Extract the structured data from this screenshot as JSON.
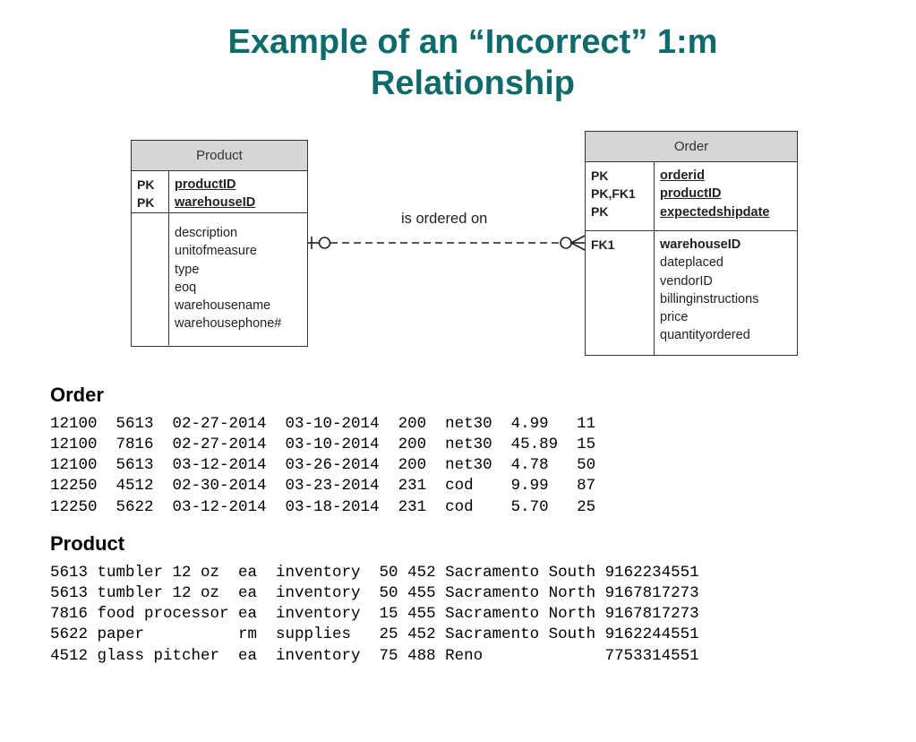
{
  "title": {
    "line1": "Example of an “Incorrect” 1:m",
    "line2": "Relationship"
  },
  "diagram": {
    "product": {
      "name": "Product",
      "key_labels": [
        "PK",
        "PK"
      ],
      "keys": [
        "productID",
        "warehouseID"
      ],
      "attributes": [
        "description",
        "unitofmeasure",
        "type",
        "eoq",
        "warehousename",
        "warehousephone#"
      ]
    },
    "order": {
      "name": "Order",
      "key_labels": [
        "PK",
        "PK,FK1",
        "PK"
      ],
      "keys": [
        "orderid",
        "productID",
        "expectedshipdate"
      ],
      "fk_labels": [
        "FK1"
      ],
      "fk_attribute": "warehouseID",
      "attributes": [
        "dateplaced",
        "vendorID",
        "billinginstructions",
        "price",
        "quantityordered"
      ]
    },
    "relationship_label": "is ordered on"
  },
  "order_table": {
    "title": "Order",
    "rows": [
      "12100  5613  02-27-2014  03-10-2014  200  net30  4.99   11",
      "12100  7816  02-27-2014  03-10-2014  200  net30  45.89  15",
      "12100  5613  03-12-2014  03-26-2014  200  net30  4.78   50",
      "12250  4512  02-30-2014  03-23-2014  231  cod    9.99   87",
      "12250  5622  03-12-2014  03-18-2014  231  cod    5.70   25"
    ]
  },
  "product_table": {
    "title": "Product",
    "rows": [
      "5613 tumbler 12 oz  ea  inventory  50 452 Sacramento South 9162234551",
      "5613 tumbler 12 oz  ea  inventory  50 455 Sacramento North 9167817273",
      "7816 food processor ea  inventory  15 455 Sacramento North 9167817273",
      "5622 paper          rm  supplies   25 452 Sacramento South 9162244551",
      "4512 glass pitcher  ea  inventory  75 488 Reno             7753314551"
    ]
  },
  "colors": {
    "title": "#0f6b6b",
    "entity_header": "#d6d6d6"
  }
}
